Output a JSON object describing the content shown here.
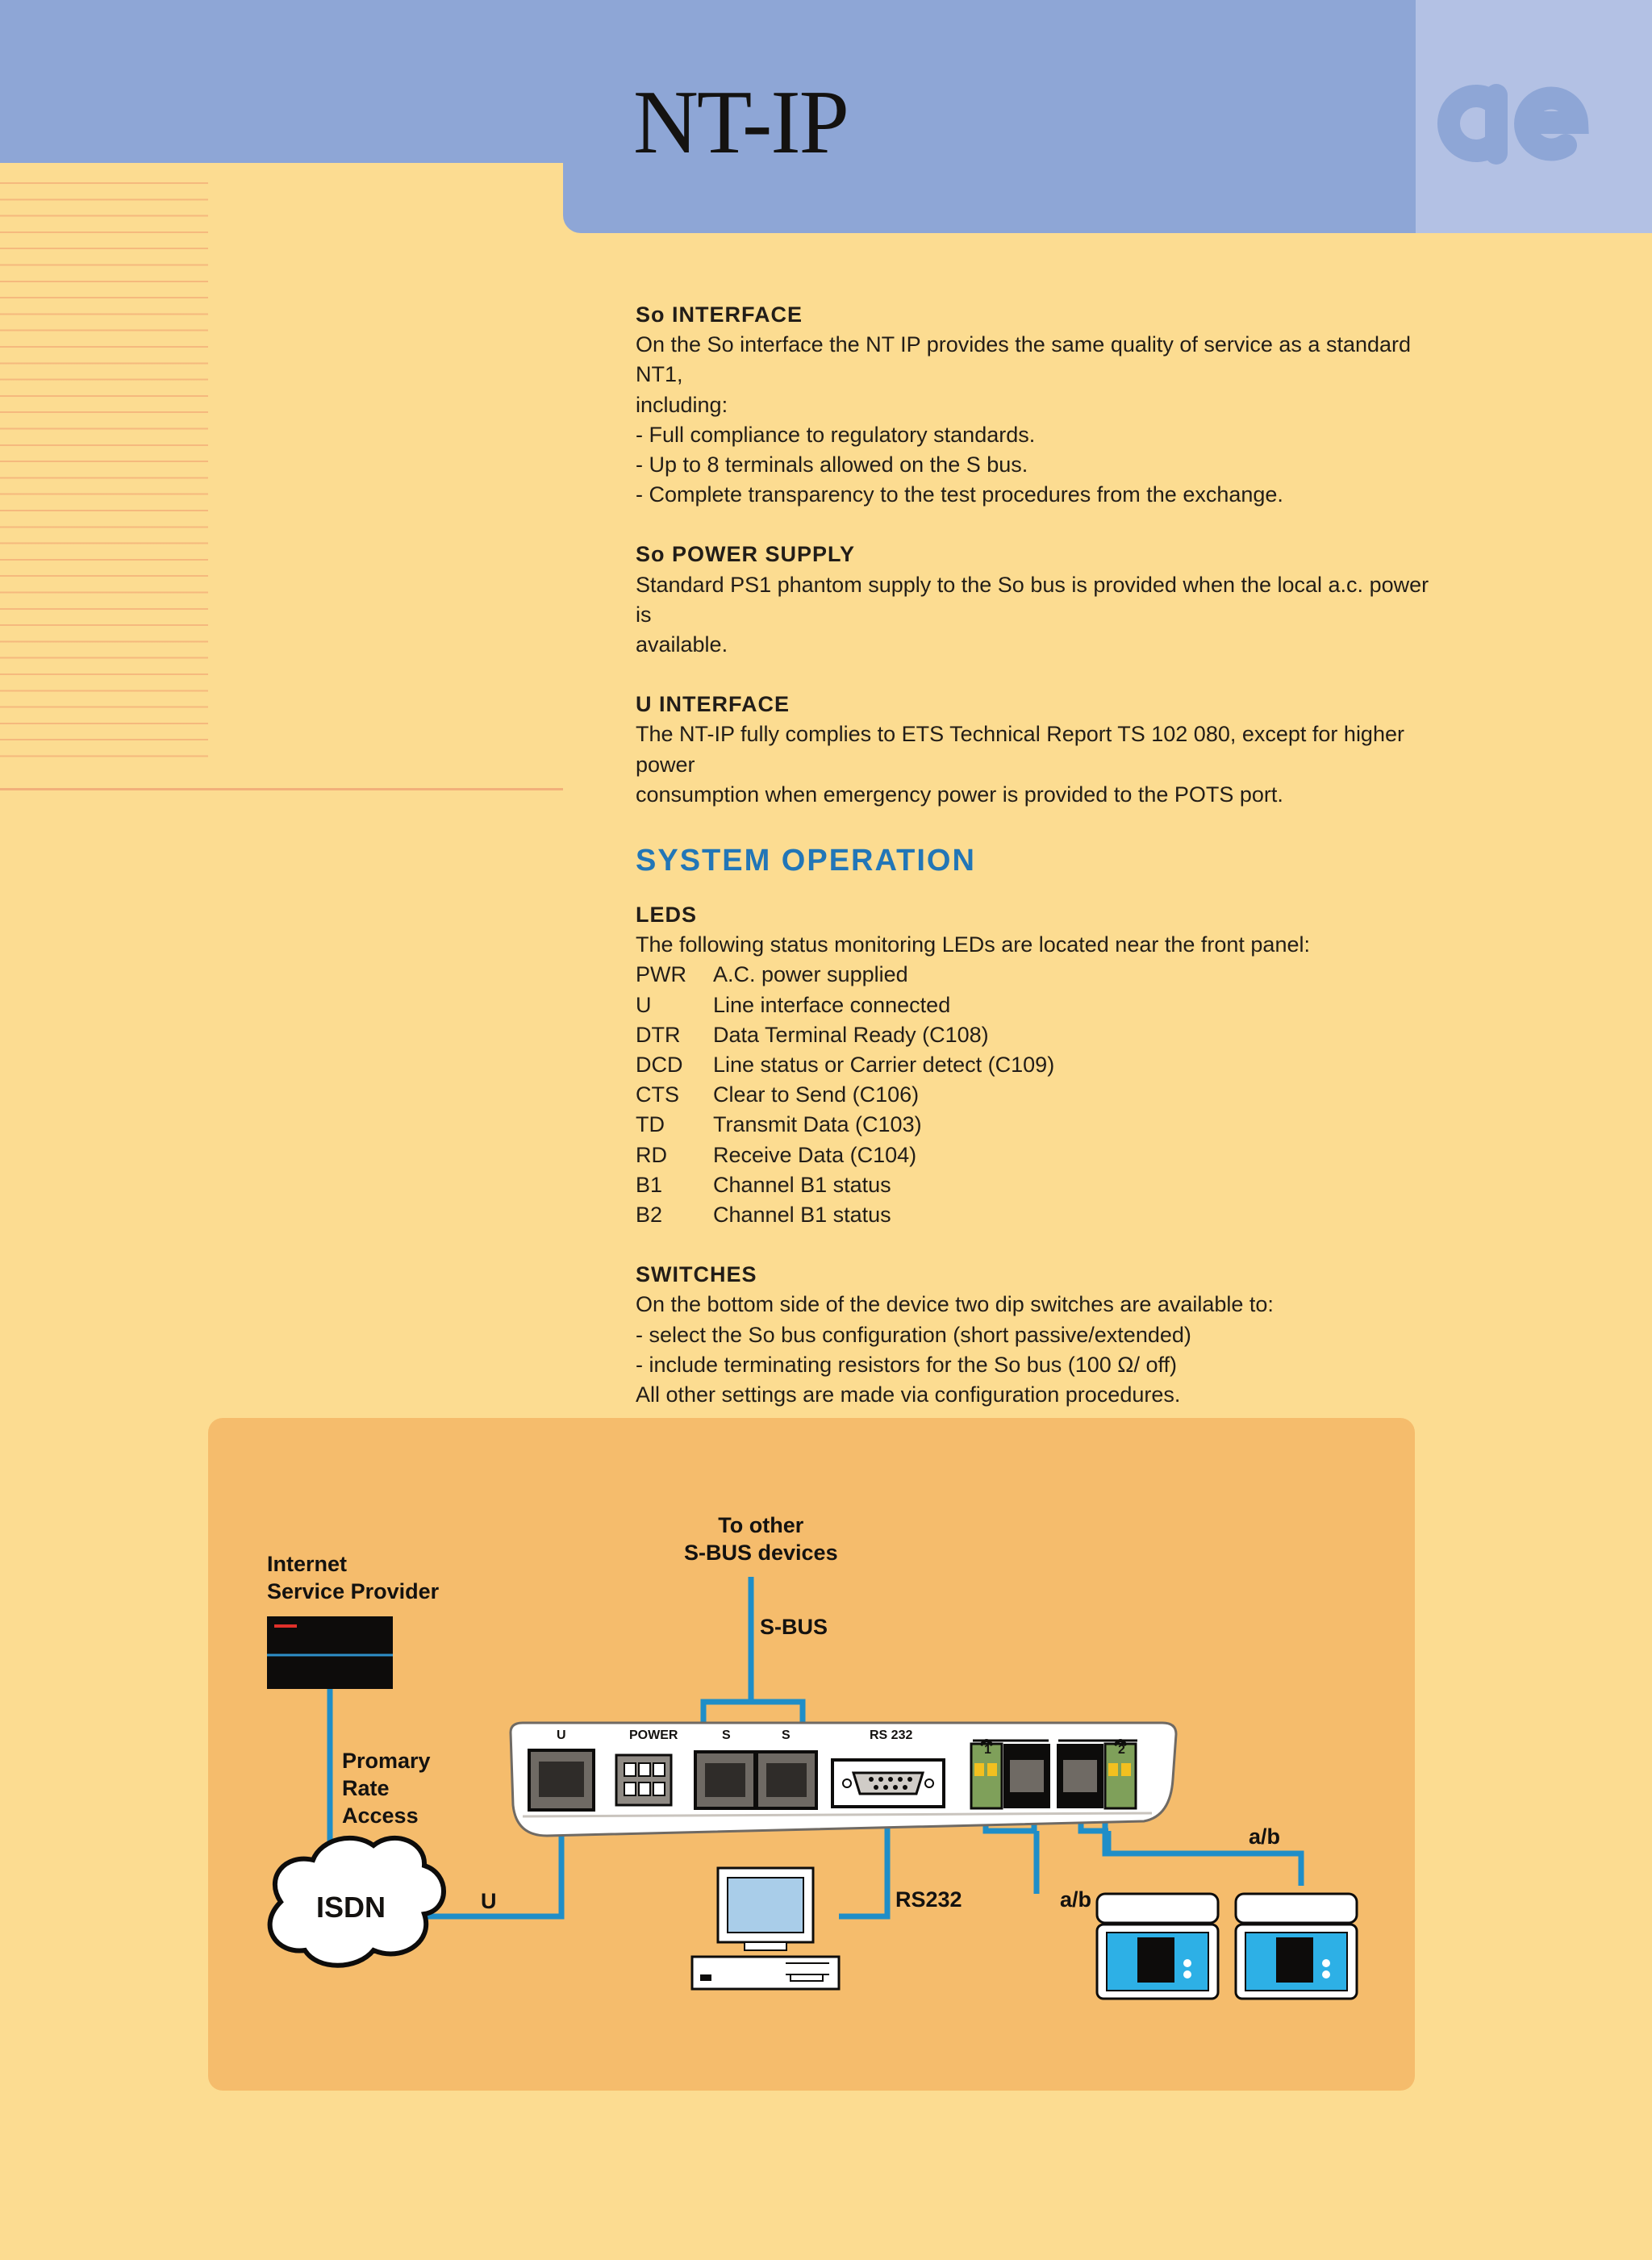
{
  "title": "NT-IP",
  "sections": {
    "so_interface": {
      "heading": "So INTERFACE",
      "intro1": "On the So interface the NT IP provides the same quality of service as a standard NT1,",
      "intro2": "including:",
      "items": [
        "- Full compliance to regulatory standards.",
        "- Up to 8 terminals allowed on the S bus.",
        "- Complete transparency to the test procedures from the exchange."
      ]
    },
    "so_power": {
      "heading": "So POWER SUPPLY",
      "line1": "Standard PS1 phantom supply to the So bus is provided when the local a.c. power is",
      "line2": "available."
    },
    "u_interface": {
      "heading": "U INTERFACE",
      "line1": "The NT-IP fully complies to ETS Technical Report TS 102 080, except for higher power",
      "line2": "consumption when emergency power is provided to the POTS port."
    },
    "system_operation": "SYSTEM OPERATION",
    "leds": {
      "heading": "LEDS",
      "intro": "The following status monitoring LEDs are located near the front panel:",
      "rows": [
        {
          "code": "PWR",
          "desc": "A.C. power supplied"
        },
        {
          "code": "U",
          "desc": "Line interface connected"
        },
        {
          "code": "DTR",
          "desc": "Data Terminal Ready (C108)"
        },
        {
          "code": "DCD",
          "desc": "Line status or Carrier detect (C109)"
        },
        {
          "code": "CTS",
          "desc": "Clear to Send (C106)"
        },
        {
          "code": "TD",
          "desc": "Transmit Data (C103)"
        },
        {
          "code": "RD",
          "desc": "Receive Data (C104)"
        },
        {
          "code": "B1",
          "desc": "Channel B1 status"
        },
        {
          "code": "B2",
          "desc": "Channel B1 status"
        }
      ]
    },
    "switches": {
      "heading": "SWITCHES",
      "lines": [
        "On the bottom side of the device two dip switches are available to:",
        "- select the So bus configuration (short passive/extended)",
        "- include terminating resistors for the So bus (100 Ω/ off)",
        "All other settings are made via configuration procedures."
      ]
    }
  },
  "diagram": {
    "isp_label": "Internet\nService Provider",
    "to_other_label": "To other\nS-BUS devices",
    "sbus_label": "S-BUS",
    "pra_label": "Promary\nRate\nAccess",
    "isdn_label": "ISDN",
    "u_label": "U",
    "rs232_link_label": "RS232",
    "ab_label_1": "a/b",
    "ab_label_2": "a/b",
    "port_u": "U",
    "port_power": "POWER",
    "port_s1": "S",
    "port_s2": "S",
    "port_rs232": "RS 232",
    "port_1": "1",
    "port_2": "2"
  }
}
